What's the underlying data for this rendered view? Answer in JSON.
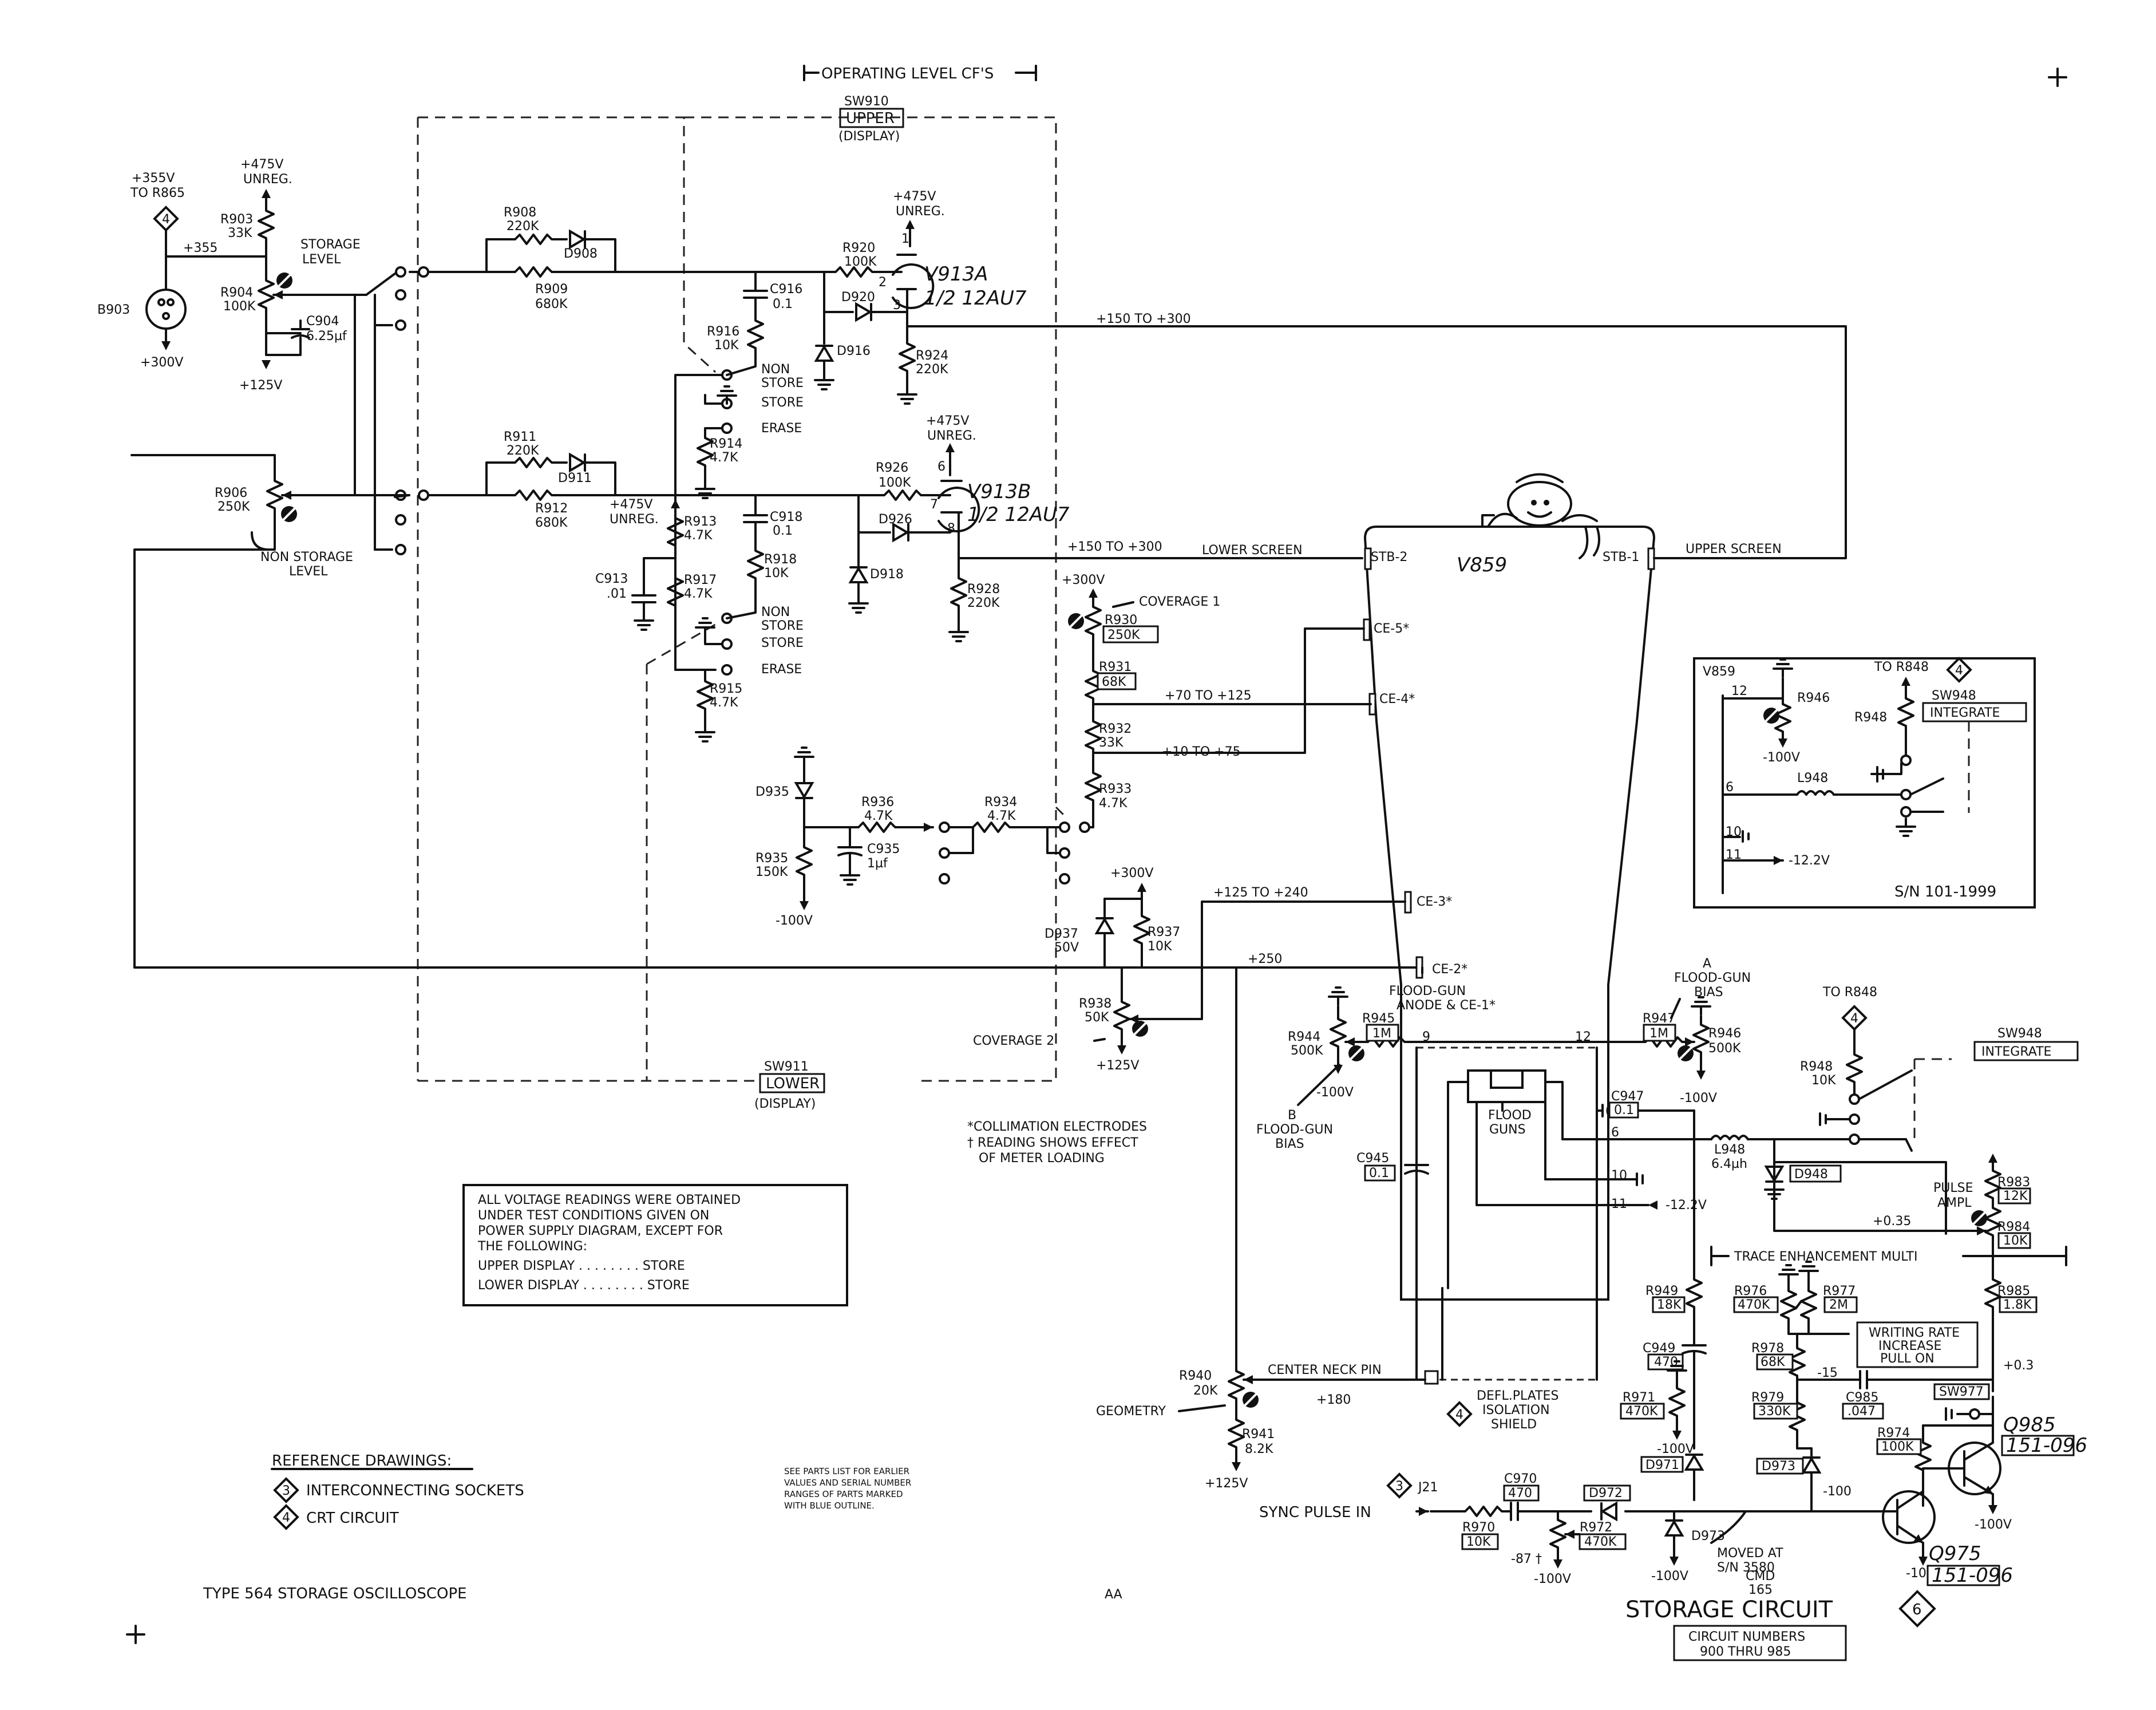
{
  "header": {
    "operating_level": "OPERATING LEVEL CF'S",
    "sw910": "SW910",
    "upper": "UPPER",
    "display": "(DISPLAY)"
  },
  "left": {
    "v355": "+355V",
    "to_r865": "TO R865",
    "ref4": "4",
    "v475": "+475V",
    "unreg": "UNREG.",
    "r903": "R903",
    "r903v": "33K",
    "storage": "STORAGE",
    "level": "LEVEL",
    "n355": "+355",
    "r904": "R904",
    "r904v": "100K",
    "b903": "B903",
    "c904": "C904",
    "c904v": "6.25µf",
    "v300": "+300V",
    "v125": "+125V",
    "r906": "R906",
    "r906v": "250K",
    "non_storage": "NON STORAGE",
    "nlevel": "LEVEL"
  },
  "upper": {
    "r908": "R908",
    "r908v": "220K",
    "d908": "D908",
    "r909": "R909",
    "r909v": "680K",
    "c916": "C916",
    "c916v": "0.1",
    "r916": "R916",
    "r916v": "10K",
    "non": "NON",
    "store": "STORE",
    "store2": "STORE",
    "erase": "ERASE",
    "r914": "R914",
    "r914v": "4.7K",
    "r920": "R920",
    "r920v": "100K",
    "d920": "D920",
    "d916": "D916",
    "v475": "+475V",
    "unreg": "UNREG.",
    "v913a": "V913A",
    "v913a_t": "1/2 12AU7",
    "r924": "R924",
    "r924v": "220K",
    "p1": "1",
    "p2": "2",
    "p3": "3",
    "v150": "+150 TO +300"
  },
  "lower": {
    "r911": "R911",
    "r911v": "220K",
    "d911": "D911",
    "r912": "R912",
    "r912v": "680K",
    "v475": "+475V",
    "unreg": "UNREG.",
    "r913": "R913",
    "r913v": "4.7K",
    "c913": "C913",
    "c913v": ".01",
    "c918": "C918",
    "c918v": "0.1",
    "r918": "R918",
    "r918v": "10K",
    "r917": "R917",
    "r917v": "4.7K",
    "non": "NON",
    "store": "STORE",
    "store2": "STORE",
    "erase": "ERASE",
    "r915": "R915",
    "r915v": "4.7K",
    "r926": "R926",
    "r926v": "100K",
    "d926": "D926",
    "d918": "D918",
    "v475b": "+475V",
    "unregb": "UNREG.",
    "v913b": "V913B",
    "v913b_t": "1/2 12AU7",
    "p6": "6",
    "p7": "7",
    "p8": "8",
    "r928": "R928",
    "r928v": "220K",
    "v150": "+150 TO +300",
    "lower_screen": "LOWER SCREEN"
  },
  "coverage": {
    "v300": "+300V",
    "coverage1": "COVERAGE 1",
    "r930": "R930",
    "r930v": "250K",
    "r931": "R931",
    "r931v": "68K",
    "v70": "+70 TO +125",
    "r932": "R932",
    "r932v": "33K",
    "v10": "+10 TO +75",
    "r933": "R933",
    "r933v": "4.7K",
    "d935": "D935",
    "r936": "R936",
    "r936v": "4.7K",
    "r934": "R934",
    "r934v": "4.7K",
    "r935": "R935",
    "r935v": "150K",
    "c935": "C935",
    "c935v": "1µf",
    "m100": "-100V",
    "v300b": "+300V",
    "d937": "D937",
    "d937v": "50V",
    "r937": "R937",
    "r937v": "10K",
    "v125_240": "+125 TO +240",
    "v250": "+250",
    "r938": "R938",
    "r938v": "50K",
    "coverage2": "COVERAGE 2",
    "v125": "+125V",
    "sw911": "SW911",
    "lower": "LOWER",
    "display": "(DISPLAY)"
  },
  "crt": {
    "v859": "V859",
    "stb2": "STB-2",
    "stb1": "STB-1",
    "upper_screen": "UPPER SCREEN",
    "ce5": "CE-5*",
    "ce4": "CE-4*",
    "ce3": "CE-3*",
    "ce2": "CE-2*",
    "flood_anode": "FLOOD-GUN",
    "flood_anode2": "ANODE & CE-1*",
    "flood_guns": "FLOOD",
    "flood_guns2": "GUNS",
    "p9": "9",
    "p12": "12",
    "p6": "6",
    "p10": "10",
    "p11": "11",
    "defl1": "DEFL.PLATES",
    "defl2": "ISOLATION",
    "defl3": "SHIELD",
    "ref4": "4",
    "center_neck": "CENTER NECK PIN",
    "v180": "+180"
  },
  "inset": {
    "v859": "V859",
    "to_r848": "TO R848",
    "ref4": "4",
    "sw948": "SW948",
    "integrate": "INTEGRATE",
    "p12": "12",
    "r946": "R946",
    "m100": "-100V",
    "r948": "R948",
    "p6": "6",
    "l948": "L948",
    "p10": "10",
    "p11": "11",
    "m12": "-12.2V",
    "sn": "S/N 101-1999"
  },
  "flood": {
    "a": "A",
    "flood_gun": "FLOOD-GUN",
    "bias": "BIAS",
    "r945": "R945",
    "r945v": "1M",
    "r944": "R944",
    "r944v": "500K",
    "m100": "-100V",
    "b": "B",
    "flood_gun_b": "FLOOD-GUN",
    "bias_b": "BIAS",
    "r947": "R947",
    "r947v": "1M",
    "r946": "R946",
    "r946v": "500K",
    "m100b": "-100V",
    "to_r848": "TO R848",
    "ref4": "4",
    "r948": "R948",
    "r948v": "10K",
    "sw948": "SW948",
    "integrate": "INTEGRATE",
    "c947": "C947",
    "c947v": "0.1",
    "c945": "C945",
    "c945v": "0.1",
    "l948": "L948",
    "l948v": "6.4µh",
    "d948": "D948",
    "m12": "-12.2V",
    "collim": "*COLLIMATION ELECTRODES",
    "reading1": "† READING SHOWS EFFECT",
    "reading2": "OF METER LOADING"
  },
  "trace": {
    "pulse": "PULSE",
    "ampl": "AMPL",
    "r983": "R983",
    "r983v": "12K",
    "v035": "+0.35",
    "r984": "R984",
    "r984v": "10K",
    "trace_multi": "TRACE ENHANCEMENT MULTI",
    "r949": "R949",
    "r949v": "18K",
    "r976": "R976",
    "r976v": "470K",
    "r977": "R977",
    "r977v": "2M",
    "writing1": "WRITING RATE",
    "writing2": "INCREASE",
    "writing3": "PULL ON",
    "r985": "R985",
    "r985v": "1.8K",
    "r978": "R978",
    "r978v": "68K",
    "m15": "-15",
    "v03": "+0.3",
    "c949": "C949",
    "c949v": "470",
    "r971": "R971",
    "r971v": "470K",
    "r979": "R979",
    "r979v": "330K",
    "c985": "C985",
    "c985v": ".047",
    "sw977": "SW977",
    "q985": "Q985",
    "q985v": "151-096",
    "r974": "R974",
    "r974v": "100K",
    "m100": "-100V",
    "d971": "D971",
    "d973": "D973",
    "m100b": "-100",
    "m100c": "-100V",
    "r940": "R940",
    "r940v": "20K",
    "geometry": "GEOMETRY",
    "r941": "R941",
    "r941v": "8.2K",
    "v125": "+125V",
    "ref3": "3",
    "j21": "J21",
    "sync": "SYNC PULSE IN",
    "c970": "C970",
    "c970v": "470",
    "d972": "D972",
    "r970": "R970",
    "r970v": "10K",
    "r972": "R972",
    "r972v": "470K",
    "m87": "-87 †",
    "m100d": "-100V",
    "d973b": "D973",
    "moved1": "MOVED AT",
    "moved2": "S/N 3580",
    "m100e": "-100V",
    "q975": "Q975",
    "q975v": "151-096",
    "m100f": "-100V"
  },
  "notes": {
    "box1": "ALL VOLTAGE READINGS WERE OBTAINED",
    "box2": "UNDER TEST CONDITIONS GIVEN ON",
    "box3": "POWER SUPPLY DIAGRAM, EXCEPT FOR",
    "box4": "THE FOLLOWING:",
    "box5": "UPPER DISPLAY . . . . . . . . STORE",
    "box6": "LOWER DISPLAY . . . . . . . . STORE",
    "ref_title": "REFERENCE DRAWINGS:",
    "ref3": "3",
    "ref3_t": "INTERCONNECTING SOCKETS",
    "ref4": "4",
    "ref4_t": "CRT CIRCUIT",
    "see1": "SEE PARTS LIST FOR EARLIER",
    "see2": "VALUES AND SERIAL NUMBER",
    "see3": "RANGES OF PARTS MARKED",
    "see4": "WITH BLUE OUTLINE.",
    "type": "TYPE 564 STORAGE OSCILLOSCOPE",
    "aa": "AA",
    "cmd": "CMD",
    "cmd_n": "165",
    "title": "STORAGE CIRCUIT",
    "title_n": "6",
    "circ1": "CIRCUIT NUMBERS",
    "circ2": "900 THRU 985"
  }
}
